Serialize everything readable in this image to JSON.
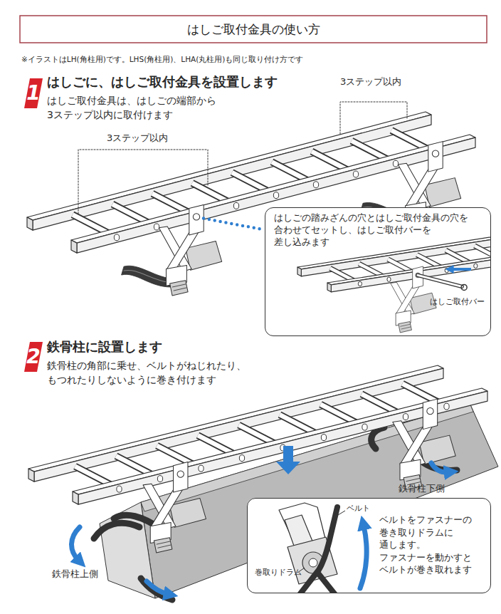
{
  "diagram": {
    "title": "はしご取付金具の使い方",
    "nodes": [
      {
        "text": [
          "1"
        ]
      },
      {
        "text": [
          "はしごの踏みざんの穴とはしご取付金具の穴を 合わせてセットし、はしご取付バーを 差し込みます",
          "はしご取付バー"
        ]
      },
      {
        "text": [
          "2"
        ]
      },
      {
        "text": [
          "ベルト",
          "ベルトをファスナーの 巻き取りドラムに 通します。 ファスナーを動かすと ベルトが巻き取れます",
          "巻取りドラム"
        ]
      }
    ],
    "labels": [
      "※イラストはLH(角柱用)です。LHS(角柱用)、LHA(丸柱用)も同じ取り付け方です",
      "はしごに、はしご取付金具を設置します",
      "はしご取付金具は、はしごの端部から 3ステップ以内に取付けます",
      "3ステップ以内",
      "3ステップ以内",
      "鉄骨柱に設置します",
      "鉄骨柱の角部に乗せ、ベルトがねじれたり、 もつれたりしないように巻き付けます",
      "鉄骨柱下側",
      "鉄骨柱上側"
    ]
  }
}
